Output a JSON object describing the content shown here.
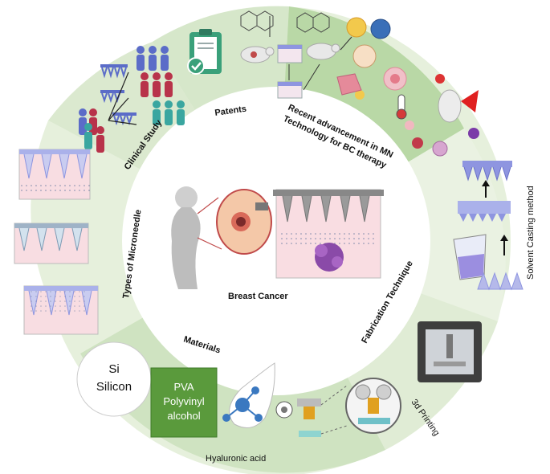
{
  "sections": {
    "patents": "Patents",
    "clinical_study": "Clinical Study",
    "recent_line1": "Recent advancement in MN",
    "recent_line2": "Technology for BC therapy",
    "types": "Types of Microneedle",
    "fabrication": "Fabrication Technique",
    "materials": "Materials",
    "center": "Breast Cancer"
  },
  "fabrication_methods": {
    "solvent_casting": "Solvent Casting method",
    "printing": "3d Printing"
  },
  "materials": {
    "si_symbol": "Si",
    "si_name": "Silicon",
    "pva_line1": "PVA",
    "pva_line2": "Polyvinyl",
    "pva_line3": "alcohol",
    "hyaluronic": "Hyaluronic acid"
  },
  "colors": {
    "ring_light": "#e3efd9",
    "ring_mid": "#cfe3c2",
    "ring_dark": "#b8d6a4",
    "pva_green": "#5a9a3c",
    "mn_purple": "#8e95e0",
    "skin_pink": "#f6d8dc",
    "tumor_purple": "#8a4aa8",
    "printer_gray": "#4a4a4a"
  }
}
